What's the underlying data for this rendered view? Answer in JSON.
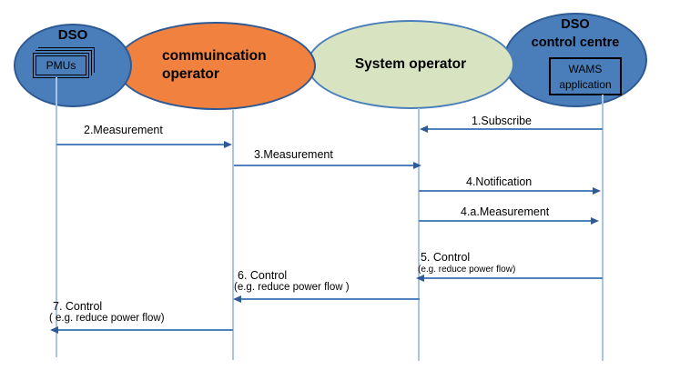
{
  "diagram": {
    "type": "sequence-diagram",
    "actors": [
      {
        "id": "dso",
        "label": "DSO",
        "component": "PMUs",
        "fill": "#4a7ebb"
      },
      {
        "id": "communication-operator",
        "label_line1": "commuincation",
        "label_line2": "operator",
        "fill": "#f0813f"
      },
      {
        "id": "system-operator",
        "label": "System operator",
        "fill": "#d8e4c1"
      },
      {
        "id": "dso-control-centre",
        "label_line1": "DSO",
        "label_line2": "control centre",
        "component_line1": "WAMS",
        "component_line2": "application",
        "fill": "#4a7ebb"
      }
    ],
    "messages": [
      {
        "label": "1.Subscribe",
        "from": "DSO control centre",
        "to": "System operator",
        "direction": "left"
      },
      {
        "label": "2.Measurement",
        "from": "DSO",
        "to": "commuincation operator",
        "direction": "right"
      },
      {
        "label": "3.Measurement",
        "from": "commuincation operator",
        "to": "System operator",
        "direction": "right"
      },
      {
        "label": "4.Notification",
        "from": "System operator",
        "to": "DSO control centre",
        "direction": "right"
      },
      {
        "label": "4.a.Measurement",
        "from": "System operator",
        "to": "DSO control centre",
        "direction": "right"
      },
      {
        "label": "5. Control",
        "note": "(e.g. reduce power flow)",
        "from": "DSO control centre",
        "to": "System operator",
        "direction": "left"
      },
      {
        "label": "6. Control",
        "note": "(e.g. reduce power flow )",
        "from": "System operator",
        "to": "commuincation operator",
        "direction": "left"
      },
      {
        "label": "7. Control",
        "note": "( e.g. reduce power flow)",
        "from": "commuincation operator",
        "to": "DSO",
        "direction": "left"
      }
    ],
    "colors": {
      "actor_blue": "#4a7ebb",
      "actor_orange": "#f0813f",
      "actor_green": "#d8e4c1",
      "ellipse_border": "#2e5a94",
      "arrow_line": "#4f81bd",
      "arrowhead": "#2f5a96",
      "lifeline": "#a9c4e4"
    }
  }
}
